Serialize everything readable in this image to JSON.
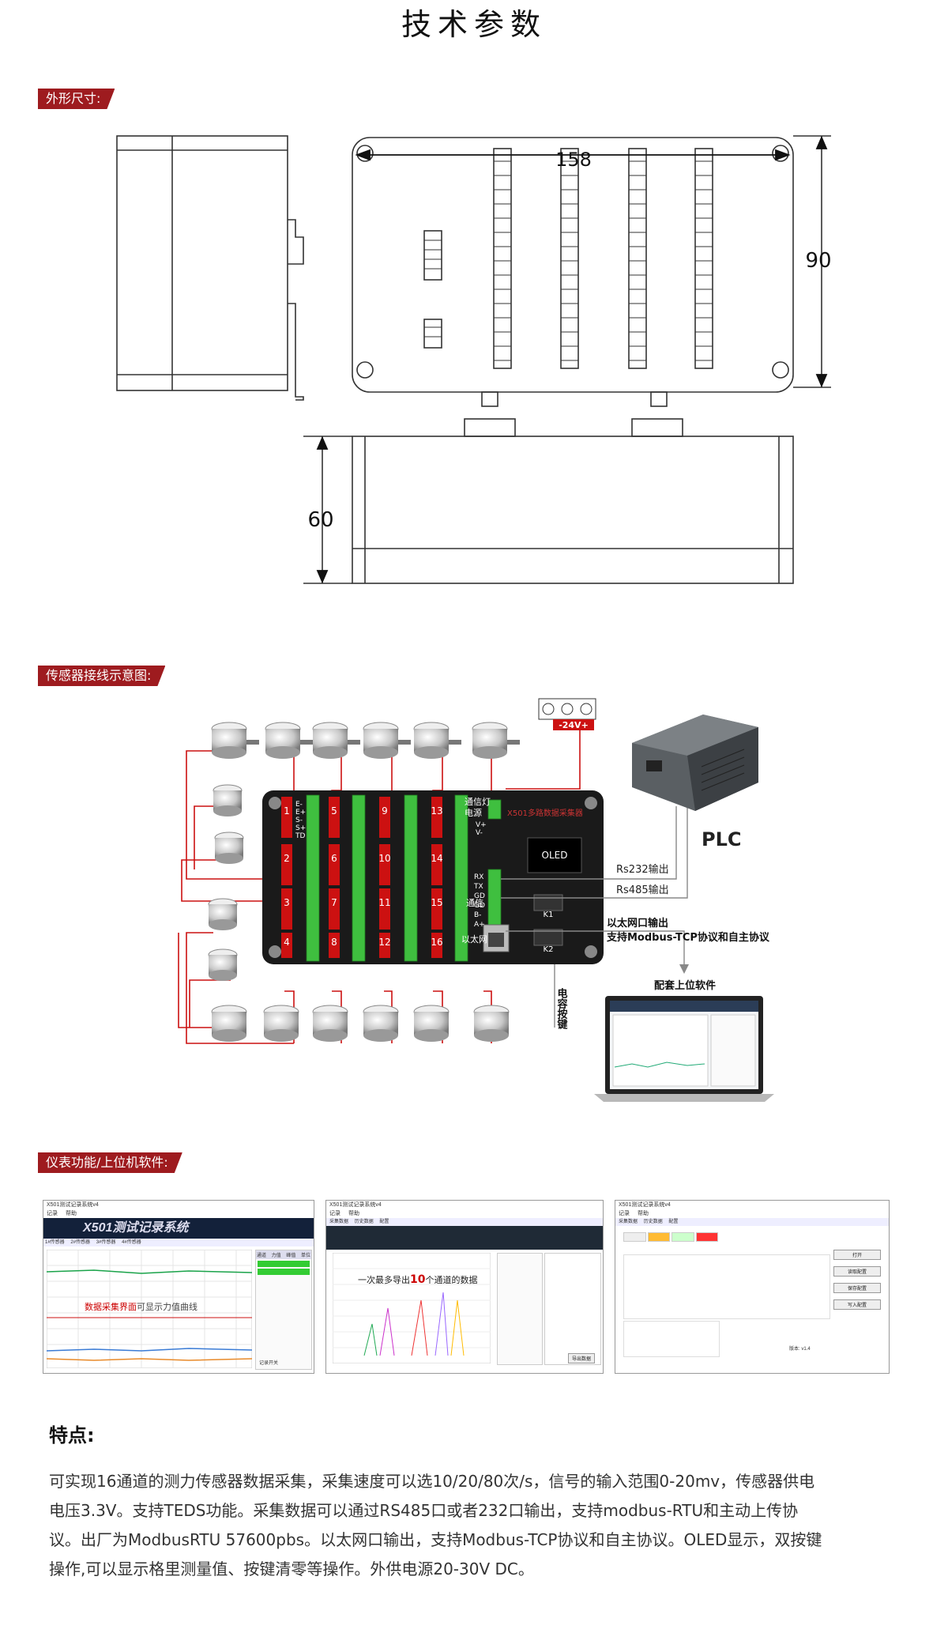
{
  "page_title": "技术参数",
  "sections": {
    "dimensions": "外形尺寸:",
    "wiring": "传感器接线示意图:",
    "software": "仪表功能/上位机软件:"
  },
  "dims": {
    "width": "158",
    "height": "90",
    "depth": "60"
  },
  "wiring": {
    "power_label": "-24V+",
    "plc_label": "PLC",
    "device_name": "X501多路数据采集器",
    "oled": "OLED",
    "comm_light": "通信灯",
    "power": "电源",
    "pins_power": [
      "V+",
      "V-"
    ],
    "comm": "通信",
    "comm_pins": [
      "RX",
      "TX",
      "GD",
      "GD",
      "B-",
      "A+"
    ],
    "ethernet": "以太网",
    "k1": "K1",
    "k2": "K2",
    "rs232": "Rs232输出",
    "rs485": "Rs485输出",
    "eth_line1": "以太网口输出",
    "eth_line2": "支持Modbus-TCP协议和自主协议",
    "software": "配套上位软件",
    "button_label": "电容按键",
    "channels": [
      "1",
      "5",
      "9",
      "13",
      "2",
      "6",
      "10",
      "14",
      "3",
      "7",
      "11",
      "15",
      "4",
      "8",
      "12",
      "16"
    ],
    "pin_labels": [
      "E-",
      "E+",
      "S-",
      "S+",
      "TD"
    ]
  },
  "screens": {
    "s1": {
      "window_title": "X501测试记录系统v4",
      "menu": [
        "记录",
        "帮助"
      ],
      "banner": "X501测试记录系统",
      "tabs": [
        "1#传感器",
        "2#传感器",
        "3#传感器",
        "4#传感器"
      ],
      "caption_a": "数据采集界面",
      "caption_b": "可显示力值曲线",
      "table_head": [
        "通道",
        "力值",
        "峰值",
        "单位"
      ],
      "button": "记录开关"
    },
    "s2": {
      "window_title": "X501测试记录系统v4",
      "menu": [
        "记录",
        "帮助"
      ],
      "tabs": [
        "采集数据",
        "历史数据",
        "配置"
      ],
      "caption_a": "一次最多导出",
      "caption_num": "10",
      "caption_b": "个通道的数据",
      "button": "导出数据"
    },
    "s3": {
      "window_title": "X501测试记录系统v4",
      "menu": [
        "记录",
        "帮助"
      ],
      "tabs": [
        "采集数据",
        "历史数据",
        "配置"
      ],
      "buttons": [
        "打开",
        "读取配置",
        "保存配置",
        "写入配置"
      ],
      "version": "版本: v1.4"
    }
  },
  "features": {
    "title": "特点:",
    "body": "可实现16通道的测力传感器数据采集，采集速度可以选10/20/80次/s，信号的输入范围0-20mv，传感器供电电压3.3V。支持TEDS功能。采集数据可以通过RS485口或者232口输出，支持modbus-RTU和主动上传协议。出厂为ModbusRTU 57600pbs。以太网口输出，支持Modbus-TCP协议和自主协议。OLED显示，双按键操作,可以显示格里测量值、按键清零等操作。外供电源20-30V DC。"
  },
  "colors": {
    "accent": "#9e1b1f",
    "pcb_dark": "#1a1a1a",
    "terminal_green": "#3fbf3f",
    "sensor_silver": "#c8c8c8",
    "wire_red": "#cc1111"
  }
}
